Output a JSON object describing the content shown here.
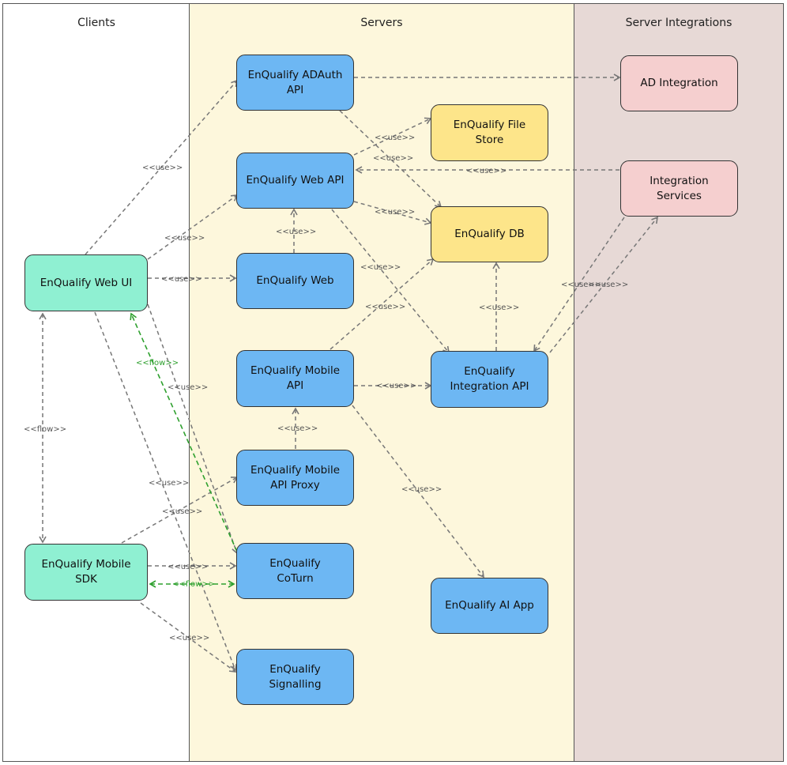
{
  "lanes": {
    "clients": "Clients",
    "servers": "Servers",
    "integrations": "Server Integrations"
  },
  "nodes": {
    "adauth_api": "EnQualify ADAuth\nAPI",
    "web_api": "EnQualify Web API",
    "web": "EnQualify Web",
    "mobile_api": "EnQualify Mobile\nAPI",
    "mobile_api_proxy": "EnQualify Mobile\nAPI Proxy",
    "coturn": "EnQualify\nCoTurn",
    "signalling": "EnQualify\nSignalling",
    "file_store": "EnQualify File\nStore",
    "db": "EnQualify DB",
    "integration_api": "EnQualify\nIntegration API",
    "ai_app": "EnQualify AI App",
    "web_ui": "EnQualify Web UI",
    "mobile_sdk": "EnQualify Mobile\nSDK",
    "ad_integration": "AD Integration",
    "integration_services": "Integration\nServices"
  },
  "edge_labels": {
    "use": "<<use>>",
    "flow": "<<flow>>"
  },
  "colors": {
    "server": "#6db7f3",
    "client": "#8ff0d2",
    "storage": "#fde58a",
    "integration": "#f5cfcf",
    "use_edge": "#777777",
    "flow_edge": "#2ea02e"
  }
}
